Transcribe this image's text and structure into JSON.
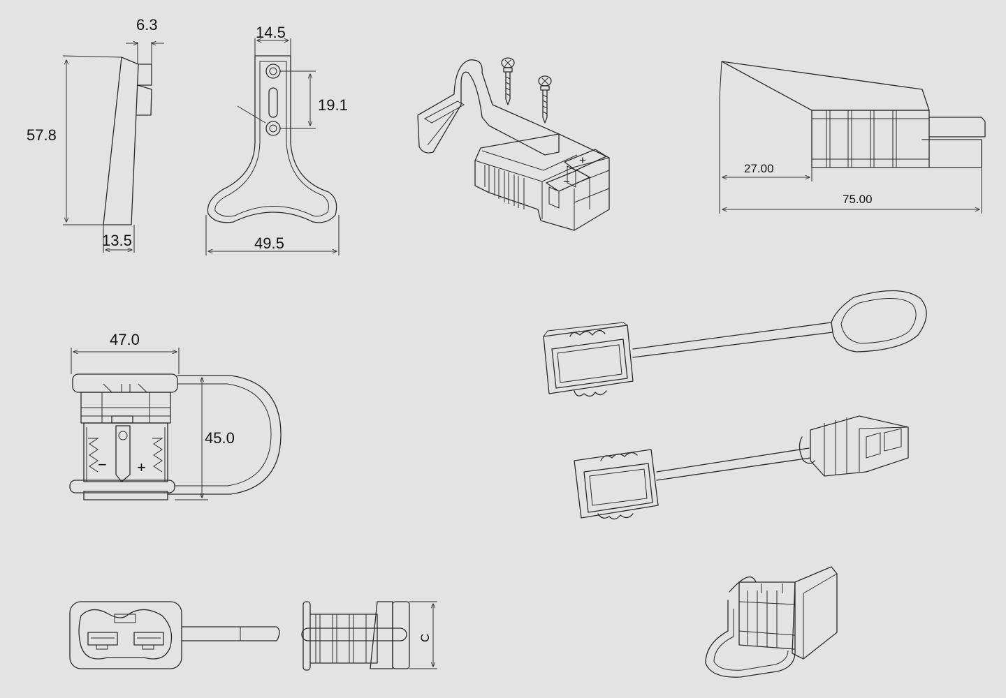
{
  "drawing": {
    "dimensions": {
      "d_6_3": "6.3",
      "d_14_5": "14.5",
      "d_19_1": "19.1",
      "d_57_8": "57.8",
      "d_13_5": "13.5",
      "d_49_5": "49.5",
      "d_27_00": "27.00",
      "d_75_00": "75.00",
      "d_47_0": "47.0",
      "d_45_0": "45.0",
      "d_c": "C"
    },
    "symbols": {
      "plus": "+",
      "minus": "−"
    },
    "colors": {
      "background": "#e3e3e3",
      "line": "#2a2a2a"
    }
  }
}
